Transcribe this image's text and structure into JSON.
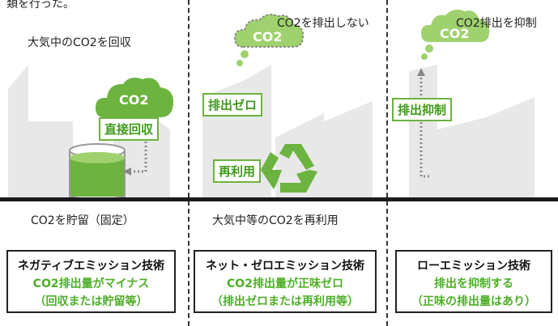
{
  "top_fragment": "類を行った。",
  "panels": [
    {
      "heading": "大気中のCO2を回収",
      "cloud_label": "CO2",
      "tag": "直接回収",
      "ground_label": "CO2を貯留（固定）",
      "box": {
        "title": "ネガティブエミッション技術",
        "line1": "CO2排出量がマイナス",
        "line2": "（回収または貯留等）"
      }
    },
    {
      "heading": "CO2を排出しない",
      "cloud_label": "CO2",
      "tag_top": "排出ゼロ",
      "tag_bottom": "再利用",
      "ground_label": "大気中等のCO2を再利用",
      "box": {
        "title": "ネット・ゼロエミッション技術",
        "line1": "CO2排出量が正味ゼロ",
        "line2": "（排出ゼロまたは再利用等）"
      }
    },
    {
      "heading": "CO2排出を抑制",
      "cloud_label": "CO2",
      "tag": "排出抑制",
      "box": {
        "title": "ローエミッション技術",
        "line1": "排出を抑制する",
        "line2": "（正味の排出量はあり）"
      }
    }
  ],
  "colors": {
    "green": "#6cb33f",
    "green_light": "#9fd26e",
    "gray": "#e6e6e6",
    "dark": "#1a1a1a"
  }
}
